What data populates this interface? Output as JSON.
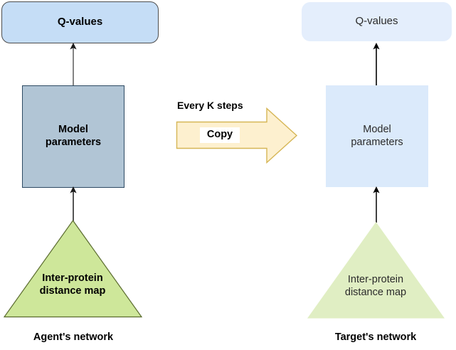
{
  "diagram": {
    "title": "Agent and target network copy diagram",
    "colors": {
      "agent_qvalues_fill": "#c5ddf6",
      "agent_qvalues_stroke": "#4d4d4d",
      "agent_model_fill": "#b1c5d5",
      "agent_model_stroke": "#2e4a63",
      "agent_triangle_fill": "#cee79a",
      "agent_triangle_stroke": "#5a6b2e",
      "target_qvalues_fill": "#e4eefc",
      "target_model_fill": "#dbeafb",
      "target_triangle_fill": "#e0eec3",
      "copy_arrow_fill": "#fdf0cf",
      "copy_arrow_stroke": "#d6b656",
      "edge_stroke_agent": "#666666",
      "edge_stroke_target": "#000000",
      "background": "#ffffff"
    },
    "agent": {
      "caption": "Agent's network",
      "qvalues_label": "Q-values",
      "model_label": "Model\nparameters",
      "model_label_line1": "Model",
      "model_label_line2": "parameters",
      "input_label_line1": "Inter-protein",
      "input_label_line2": "distance map"
    },
    "target": {
      "caption": "Target's network",
      "qvalues_label": "Q-values",
      "model_label_line1": "Model",
      "model_label_line2": "parameters",
      "input_label_line1": "Inter-protein",
      "input_label_line2": "distance map"
    },
    "copy": {
      "condition_label": "Every K steps",
      "action_label": "Copy",
      "direction": "left-to-right"
    },
    "edges": [
      {
        "name": "agent-input-to-model",
        "from": "agent-input-triangle",
        "to": "agent-model-box",
        "arrowhead": "up"
      },
      {
        "name": "agent-model-to-qvalues",
        "from": "agent-model-box",
        "to": "agent-qvalues-box",
        "arrowhead": "up"
      },
      {
        "name": "target-input-to-model",
        "from": "target-input-triangle",
        "to": "target-model-box",
        "arrowhead": "up"
      },
      {
        "name": "target-model-to-qvalues",
        "from": "target-model-box",
        "to": "target-qvalues-box",
        "arrowhead": "up"
      },
      {
        "name": "agent-to-target-copy",
        "from": "agent-model-box",
        "to": "target-model-box",
        "arrowhead": "right"
      }
    ]
  }
}
